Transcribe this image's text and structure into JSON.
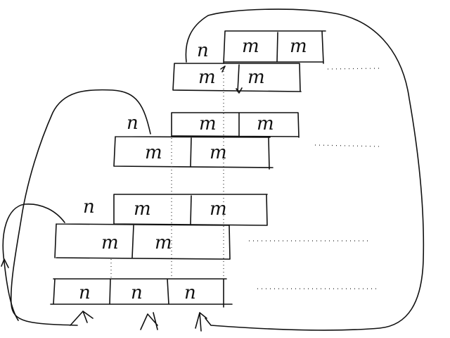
{
  "diagram": {
    "rows": [
      {
        "id": "row-1",
        "prefix": "n",
        "cells": [
          "m",
          "m"
        ]
      },
      {
        "id": "row-2",
        "prefix": "",
        "cells": [
          "m",
          "m"
        ]
      },
      {
        "id": "row-3",
        "prefix": "n",
        "cells": [
          "m",
          "m"
        ]
      },
      {
        "id": "row-4",
        "prefix": "",
        "cells": [
          "m",
          "m"
        ]
      },
      {
        "id": "row-5",
        "prefix": "n",
        "cells": [
          "m",
          "m"
        ]
      },
      {
        "id": "row-6",
        "prefix": "",
        "cells": [
          "m",
          "m"
        ]
      },
      {
        "id": "row-7",
        "prefix": "",
        "cells": [
          "n",
          "n",
          "n"
        ]
      }
    ]
  }
}
